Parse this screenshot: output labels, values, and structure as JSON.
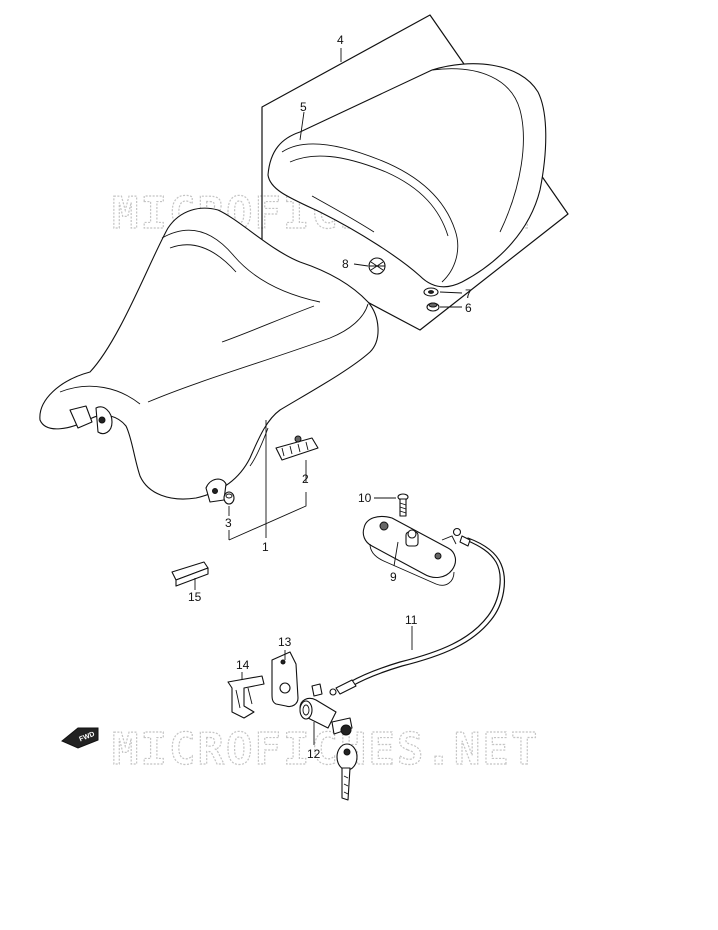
{
  "watermark": {
    "top": "MICROFICHES.NET",
    "bottom": "MICROFICHES.NET"
  },
  "fwd_badge": "FWD",
  "callouts": {
    "c1": "1",
    "c2": "2",
    "c3": "3",
    "c4": "4",
    "c5": "5",
    "c6": "6",
    "c7": "7",
    "c8": "8",
    "c9": "9",
    "c10": "10",
    "c11": "11",
    "c12": "12",
    "c13": "13",
    "c14": "14",
    "c15": "15"
  }
}
